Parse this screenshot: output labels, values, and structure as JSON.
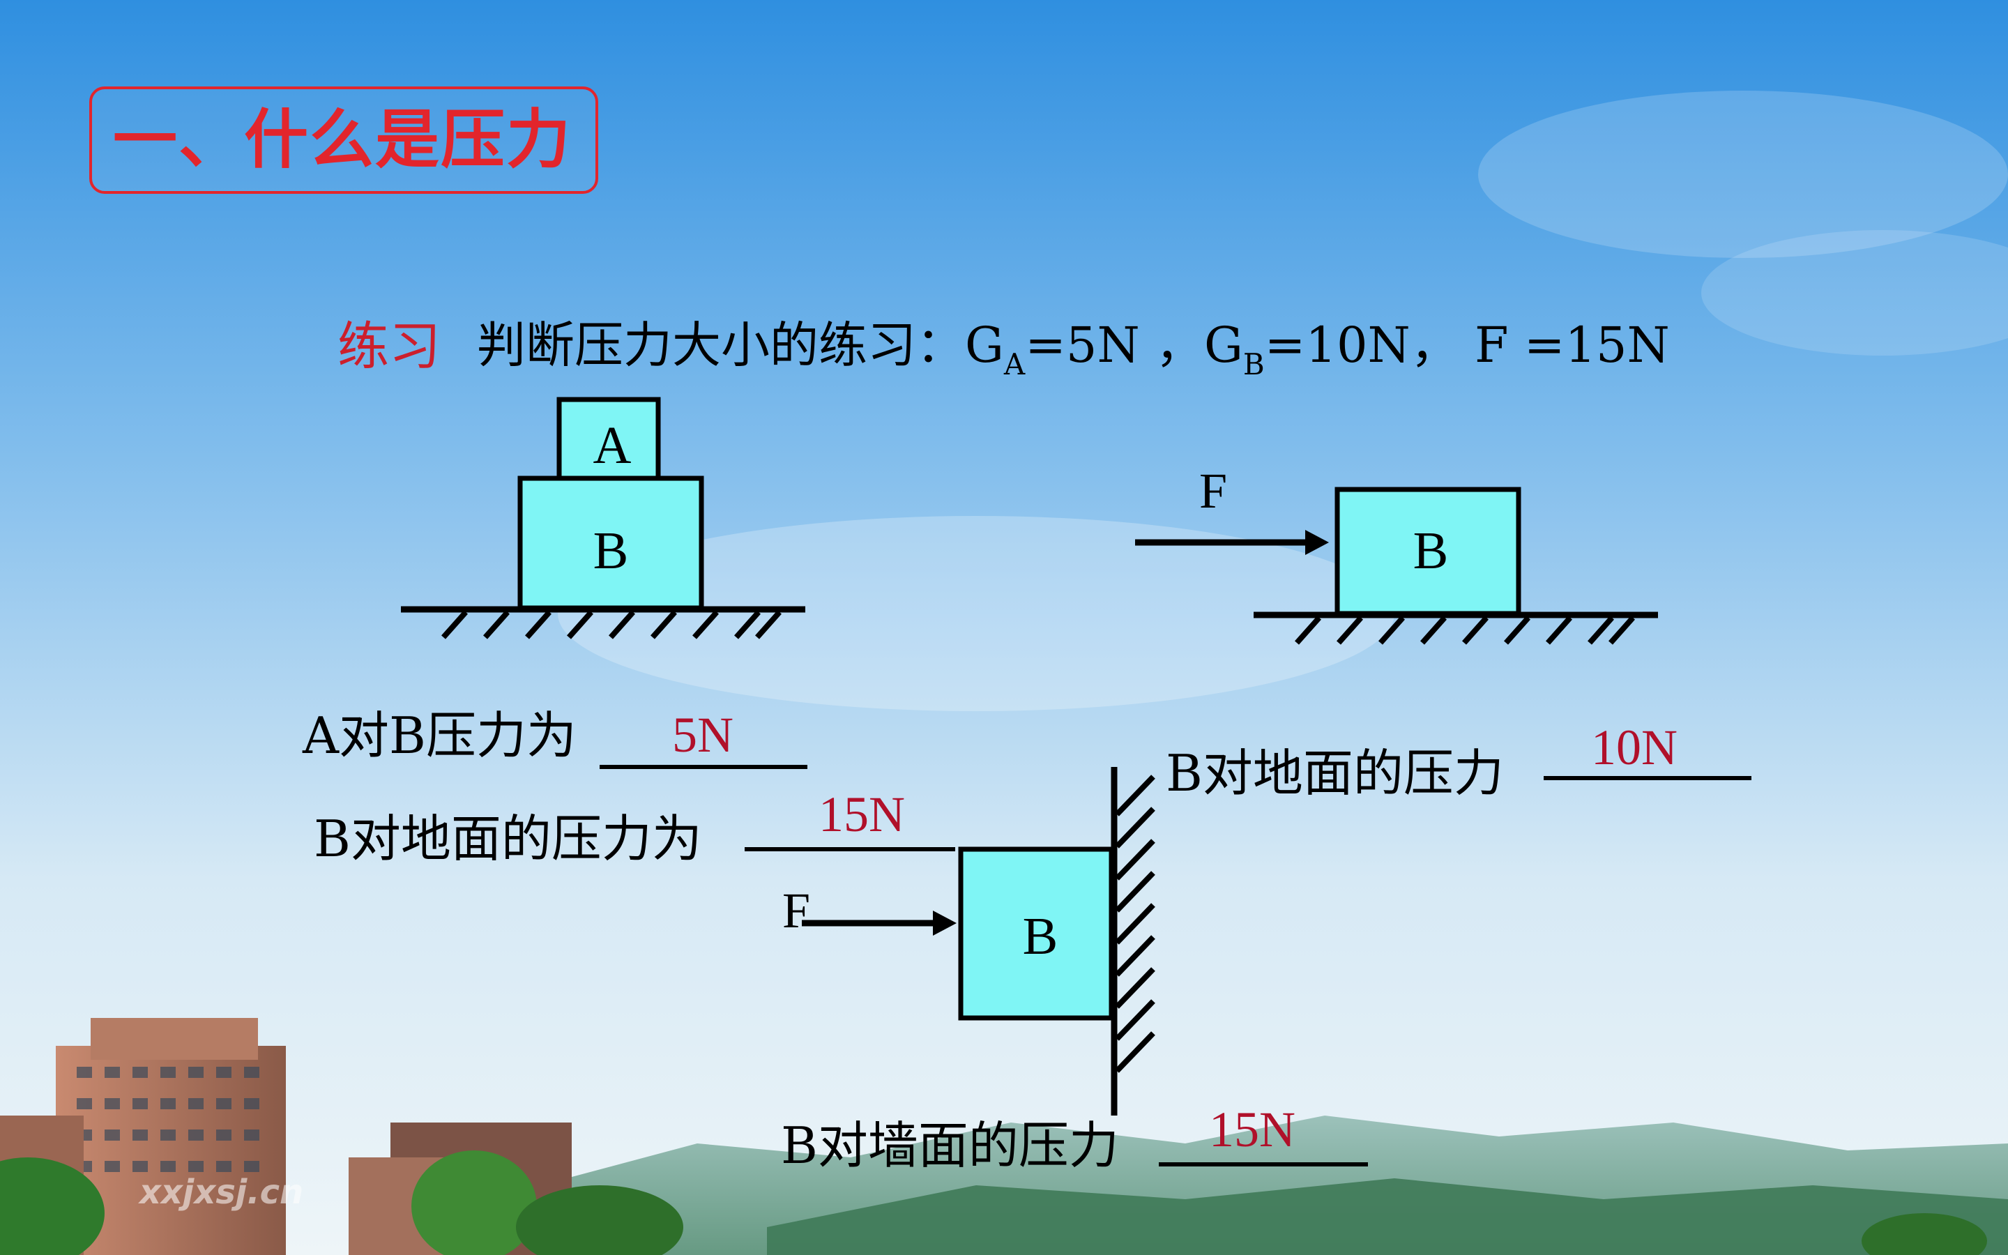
{
  "title": "一、什么是压力",
  "exercise": {
    "label": "练习",
    "prompt_text": "判断压力大小的练习：",
    "ga_symbol": "G",
    "ga_sub": "A",
    "ga_value": "=5N ，",
    "gb_symbol": "G",
    "gb_sub": "B",
    "gb_value": "=10N，",
    "f_value": "F =15N"
  },
  "diagram_labels": {
    "block_a": "A",
    "block_b1": "B",
    "block_b2": "B",
    "block_b3": "B",
    "force_f1": "F",
    "force_f2": "F"
  },
  "questions": [
    {
      "prefix": "A",
      "cjk": "对",
      "mid": "B",
      "cjk2": "压力为",
      "answer": "5N"
    },
    {
      "prefix": "B",
      "cjk": "对地面的压力为",
      "answer": "15N"
    },
    {
      "prefix": "B",
      "cjk": "对地面的压力",
      "answer": "10N"
    },
    {
      "prefix": "B",
      "cjk": "对墙面的压力",
      "answer": "15N"
    }
  ],
  "watermark": "xxjxsj.cn",
  "colors": {
    "sky_top": "#3a97e2",
    "sky_bottom": "#e9f3f8",
    "block_fill": "#7ff5f5",
    "title_red": "#e2252c",
    "answer_red": "#b0102a"
  }
}
